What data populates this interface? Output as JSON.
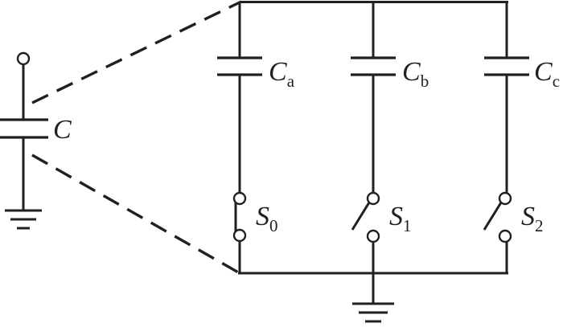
{
  "labels": {
    "main_cap": "C",
    "cap_a": {
      "main": "C",
      "sub": "a"
    },
    "cap_b": {
      "main": "C",
      "sub": "b"
    },
    "cap_c": {
      "main": "C",
      "sub": "c"
    },
    "sw_0": {
      "main": "S",
      "sub": "0"
    },
    "sw_1": {
      "main": "S",
      "sub": "1"
    },
    "sw_2": {
      "main": "S",
      "sub": "2"
    }
  },
  "switch_states": {
    "sw_0": "closed",
    "sw_1": "open",
    "sw_2": "open"
  },
  "colors": {
    "line": "#231f20",
    "background": "#ffffff"
  }
}
